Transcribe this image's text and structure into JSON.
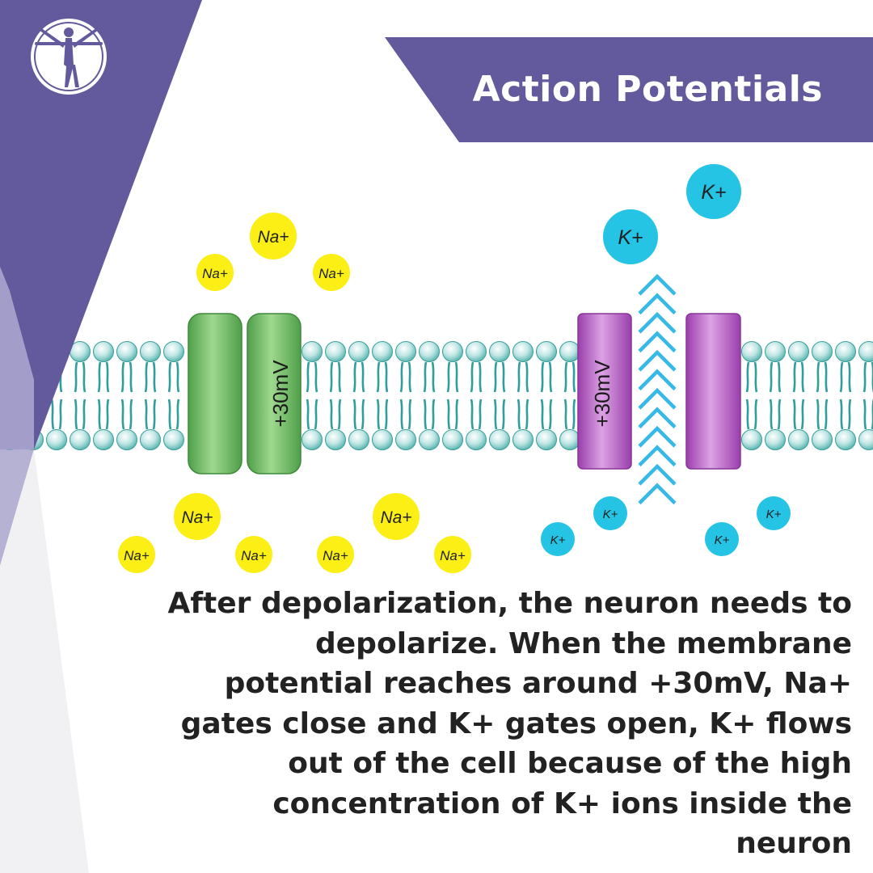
{
  "header": {
    "title": "Action Potentials"
  },
  "logo": {
    "icon": "vitruvian-man-icon"
  },
  "diagram": {
    "na_label": "Na+",
    "k_label": "K+",
    "na_gate_voltage": "+30mV",
    "k_gate_voltage": "+30mV"
  },
  "caption": "After depolarization, the neuron needs to depolarize. When the membrane potential reaches around +30mV, Na+ gates close and K+ gates open, K+ flows out of the cell because of the high concentration of  K+ ions inside the neuron",
  "colors": {
    "brand_purple": "#625a9c",
    "sodium_yellow": "#fbef16",
    "potassium_cyan": "#25c3e4",
    "membrane_teal": "#33a7a5",
    "channel_green": "#6dbb64",
    "channel_purple": "#b256c1"
  }
}
